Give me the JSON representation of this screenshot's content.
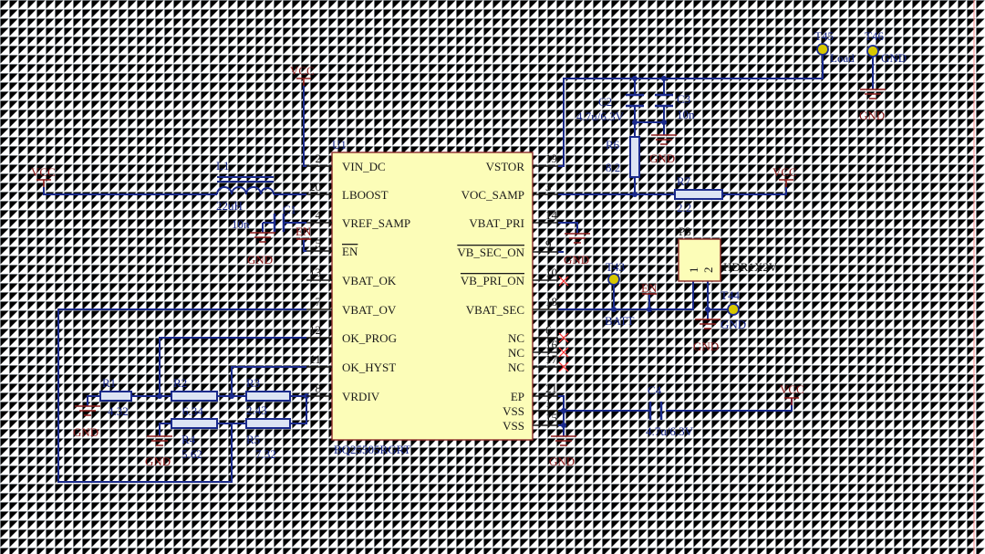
{
  "chip": {
    "designator": "U1",
    "part": "BQ25505RGRT",
    "left_pins": [
      {
        "num": "2",
        "name": "VIN_DC"
      },
      {
        "num": "20",
        "name": "LBOOST"
      },
      {
        "num": "4",
        "name": "VREF_SAMP"
      },
      {
        "num": "5",
        "name": "EN"
      },
      {
        "num": "13",
        "name": "VBAT_OK"
      },
      {
        "num": "7",
        "name": "VBAT_OV"
      },
      {
        "num": "12",
        "name": "OK_PROG"
      },
      {
        "num": "11",
        "name": "OK_HYST"
      },
      {
        "num": "8",
        "name": "VRDIV"
      }
    ],
    "right_pins": [
      {
        "num": "19",
        "name": "VSTOR"
      },
      {
        "num": "3",
        "name": "VOC_SAMP"
      },
      {
        "num": "14",
        "name": "VBAT_PRI"
      },
      {
        "num": "9",
        "name": "VB_SEC_ON"
      },
      {
        "num": "10",
        "name": "VB_PRI_ON"
      },
      {
        "num": "18",
        "name": "VBAT_SEC"
      },
      {
        "num": "6",
        "name": "NC"
      },
      {
        "num": "16",
        "name": "NC"
      },
      {
        "num": "17",
        "name": "NC"
      },
      {
        "num": "21",
        "name": "EP"
      },
      {
        "num": "1",
        "name": "VSS"
      },
      {
        "num": "15",
        "name": "VSS"
      }
    ]
  },
  "components": {
    "L1": {
      "ref": "L1",
      "value": "22uH"
    },
    "C1": {
      "ref": "C1",
      "value": "10n"
    },
    "C2": {
      "ref": "C2",
      "value": "4.7u/6.3V"
    },
    "C3": {
      "ref": "C3",
      "value": "10n"
    },
    "C4": {
      "ref": "C4",
      "value": "4.7u/6.3V"
    },
    "R1": {
      "ref": "R1",
      "value": "4.32"
    },
    "R2": {
      "ref": "R2",
      "value": "6.34"
    },
    "R3": {
      "ref": "R3",
      "value": "2.43"
    },
    "R4": {
      "ref": "R4",
      "value": "5.62"
    },
    "R5": {
      "ref": "R5",
      "value": "7.32"
    },
    "R6": {
      "ref": "R6",
      "value": "8.2"
    },
    "R7": {
      "ref": "R7",
      "value": "2.2"
    },
    "P3": {
      "ref": "P3",
      "value": "HDR1X2V",
      "pin1": "1",
      "pin2": "2"
    }
  },
  "test_points": {
    "T43": {
      "ref": "T43",
      "net": "BATT"
    },
    "T44": {
      "ref": "T44",
      "net": "GND"
    },
    "T45": {
      "ref": "T45",
      "net": "Load"
    },
    "T46": {
      "ref": "T46",
      "net": "GND"
    }
  },
  "nets": {
    "vcc": "VCC",
    "gnd": "GND",
    "en": "EN"
  },
  "colors": {
    "wire": "#1a2a8c",
    "power": "#8b1a1a",
    "chip_fill": "#fcfdb8",
    "test_point": "#d8c800",
    "no_connect": "#ff3030"
  }
}
